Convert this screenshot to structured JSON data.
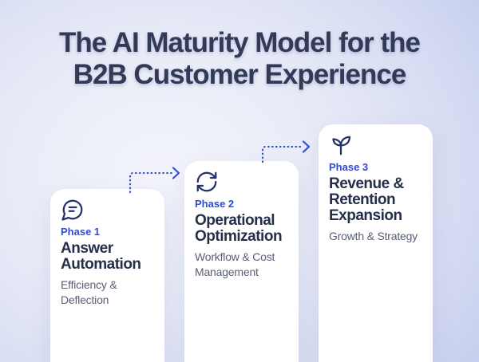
{
  "header": {
    "title_line1": "The AI Maturity Model for the",
    "title_line2": "B2B Customer Experience"
  },
  "phases": [
    {
      "label": "Phase 1",
      "heading": "Answer Automation",
      "subtext": "Efficiency & Deflection",
      "icon": "chat-bubble-icon"
    },
    {
      "label": "Phase 2",
      "heading": "Operational Optimization",
      "subtext": "Workflow & Cost Management",
      "icon": "refresh-cycle-icon"
    },
    {
      "label": "Phase 3",
      "heading": "Revenue & Retention Expansion",
      "subtext": "Growth & Strategy",
      "icon": "sprout-icon"
    }
  ],
  "connectors": [
    {
      "from": "Phase 1",
      "to": "Phase 2",
      "style": "dotted-arrow"
    },
    {
      "from": "Phase 2",
      "to": "Phase 3",
      "style": "dotted-arrow"
    }
  ],
  "colors": {
    "background_center": "#f3f4fb",
    "background_edge": "#aebce8",
    "card_background": "#ffffff",
    "title_text": "#2d3554",
    "phase_label": "#2b48cf",
    "heading_text": "#1f2945",
    "subtext_text": "#555b72",
    "icon_stroke": "#1e2d64",
    "connector": "#2b48cf"
  }
}
